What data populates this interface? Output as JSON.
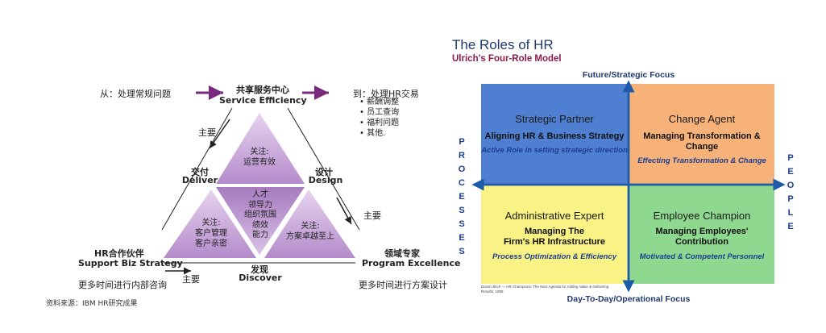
{
  "left": {
    "from_label": "从：处理常规问题",
    "top_center": {
      "cn": "共享服务中心",
      "en": "Service Efficiency"
    },
    "to_label": "到：处理HR交易",
    "to_items": [
      "薪酬调整",
      "员工查询",
      "福利问题",
      "其他."
    ],
    "main_left": "主要",
    "main_right": "主要",
    "main_bottom": "主要",
    "deliver": {
      "cn": "交付",
      "en": "Deliver"
    },
    "design": {
      "cn": "设计",
      "en": "Design"
    },
    "discover": {
      "cn": "发现",
      "en": "Discover"
    },
    "partner": {
      "cn": "HR合作伙伴",
      "en": "Support Biz Strategy"
    },
    "expert": {
      "cn": "领域专家",
      "en": "Program Excellence"
    },
    "partner_note": "更多时间进行内部咨询",
    "expert_note": "更多时间进行方案设计",
    "tri_top": [
      "关注:",
      "运营有效"
    ],
    "tri_center": [
      "人才",
      "领导力",
      "组织氛围",
      "绩效",
      "能力"
    ],
    "tri_left": [
      "关注:",
      "客户管理",
      "客户亲密"
    ],
    "tri_right": [
      "关注:",
      "方案卓越至上"
    ],
    "source": "资料来源：IBM HR研究成果"
  },
  "right": {
    "title": "The Roles of HR",
    "subtitle": "Ulrich's Four-Role Model",
    "axis_top": "Future/Strategic Focus",
    "axis_bottom": "Day-To-Day/Operational Focus",
    "axis_left": [
      "P",
      "R",
      "O",
      "C",
      "E",
      "S",
      "S",
      "E",
      "S"
    ],
    "axis_right": [
      "P",
      "E",
      "O",
      "P",
      "L",
      "E"
    ],
    "quadrants": {
      "tl": {
        "title": "Strategic Partner",
        "sub": [
          "Aligning HR & Business Strategy"
        ],
        "italic": "Active Role in setting strategic direction",
        "color": "#4f7fd0"
      },
      "tr": {
        "title": "Change Agent",
        "sub": [
          "Managing Transformation & Change"
        ],
        "italic": "Effecting Transformation & Change",
        "color": "#f7b27a"
      },
      "bl": {
        "title": "Administrative Expert",
        "sub": [
          "Managing The",
          "Firm's HR  Infrastructure"
        ],
        "italic": "Process Optimization & Efficiency",
        "color": "#f9f284"
      },
      "br": {
        "title": "Employee Champion",
        "sub": [
          "Managing Employees'",
          "Contribution"
        ],
        "italic": "Motivated & Competent Personnel",
        "color": "#8ed88f"
      }
    },
    "citation": [
      "David Ulrich — HR Champions: The Next Agenda for Adding Value & Delivering",
      "Results, 1996"
    ]
  },
  "colors": {
    "arrow_purple": "#7a2a7e",
    "tri_fill": "#c9a6d8",
    "axis_blue": "#1d5aa8",
    "subtitle": "#8b1a4a"
  }
}
